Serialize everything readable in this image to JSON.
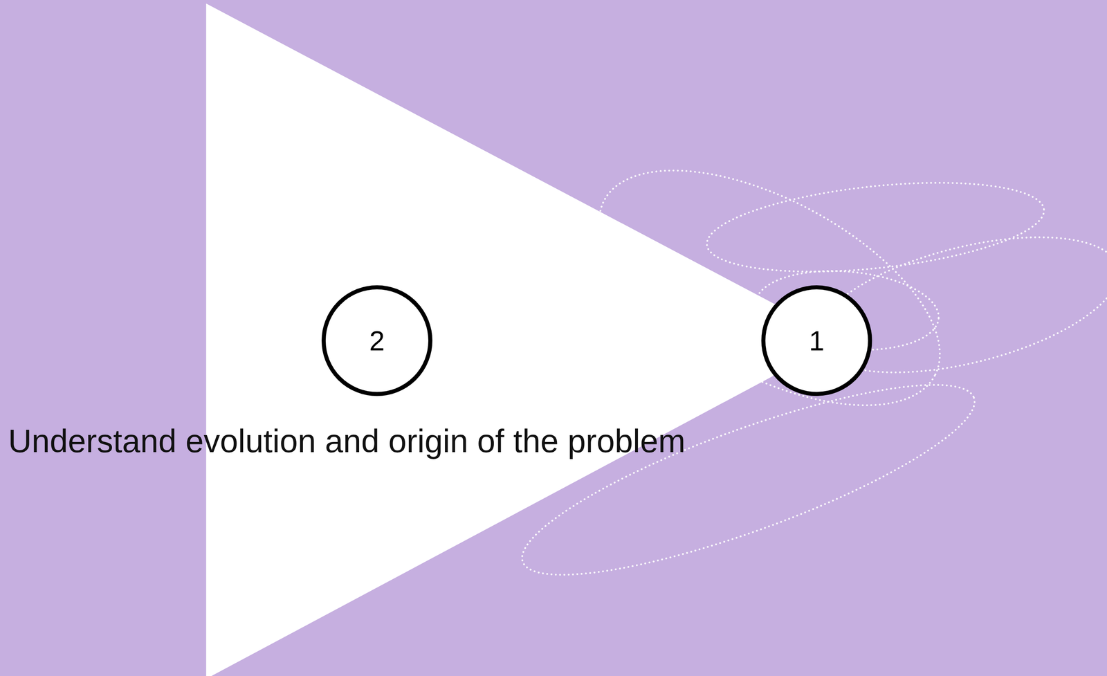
{
  "diagram": {
    "nodes": [
      {
        "text": [
          "2"
        ]
      },
      {
        "text": [
          "1"
        ]
      }
    ],
    "labels": [
      "Understand evolution and origin of the problem"
    ]
  }
}
